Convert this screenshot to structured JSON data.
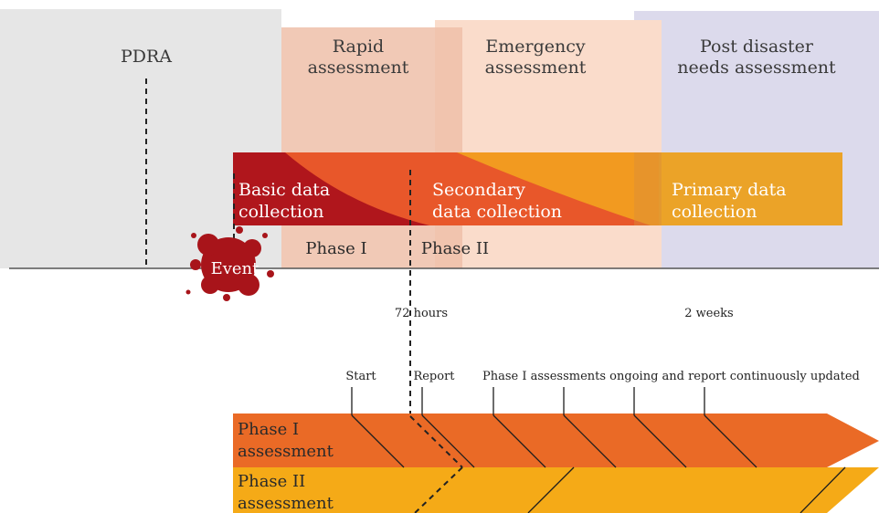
{
  "stages": {
    "pdra": "PDRA",
    "rapid": [
      "Rapid",
      "assessment"
    ],
    "emergency": [
      "Emergency",
      "assessment"
    ],
    "post": [
      "Post disaster",
      "needs assessment"
    ]
  },
  "data_band": {
    "basic": [
      "Basic data",
      "collection"
    ],
    "secondary": [
      "Secondary",
      "data collection"
    ],
    "primary": [
      "Primary data",
      "collection"
    ]
  },
  "phases": {
    "phase1": "Phase I",
    "phase2": "Phase II"
  },
  "event": "Event",
  "timeline": {
    "hours": "72 hours",
    "weeks": "2 weeks"
  },
  "markers": {
    "start": "Start",
    "report": "Report",
    "ongoing": "Phase I assessments ongoing and report continuously updated"
  },
  "arrows": {
    "phase1": [
      "Phase I",
      "assessment"
    ],
    "phase2": [
      "Phase II",
      "assessment"
    ]
  },
  "colors": {
    "grey_panel": "#e6e6e6",
    "rapid_panel": "#f1c6b3",
    "emergency_panel": "#fadccb",
    "post_panel": "#dcdaec",
    "dark_red": "#b0161c",
    "orange_red": "#e8572a",
    "orange": "#f29a20",
    "gold": "#eba328",
    "phase1_arrow": "#ea6a26",
    "phase2_arrow": "#f5aa17"
  }
}
